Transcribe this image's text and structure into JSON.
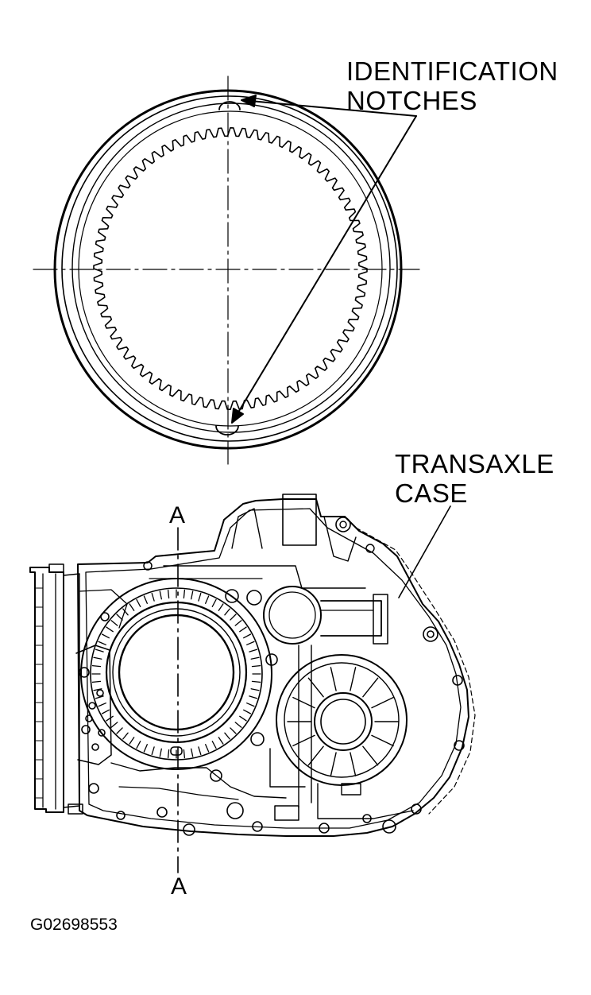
{
  "labels": {
    "identification_line1": "IDENTIFICATION",
    "identification_line2": "NOTCHES",
    "transaxle_line1": "TRANSAXLE",
    "transaxle_line2": "CASE",
    "section_top": "A",
    "section_bottom": "A",
    "figure_id": "G02698553"
  },
  "colors": {
    "ink": "#000000",
    "paper": "#ffffff"
  }
}
